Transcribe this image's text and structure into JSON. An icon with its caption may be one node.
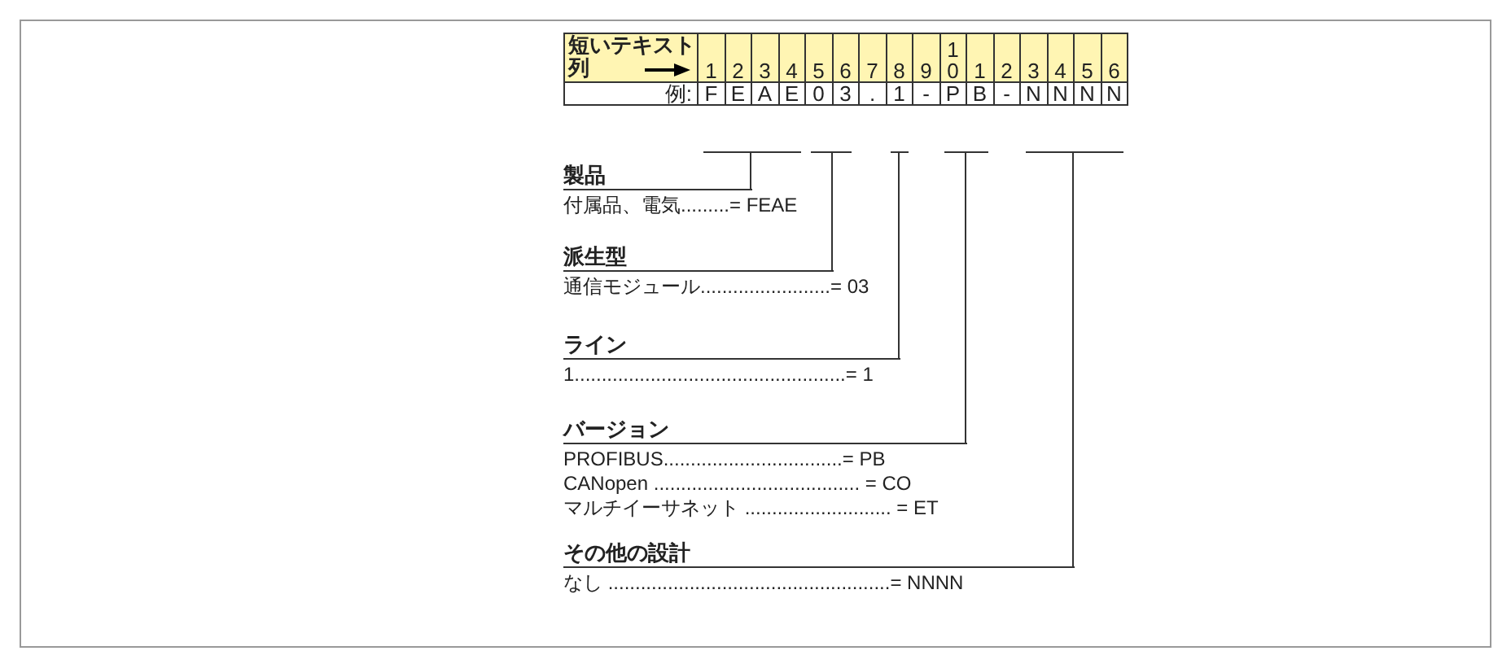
{
  "diagram": {
    "nodes": [
      {
        "text": [
          "製品",
          "付属品、電気.........= FEAE"
        ]
      },
      {
        "text": [
          "派生型",
          "通信モジュール........................= 03"
        ]
      },
      {
        "text": [
          "ライン",
          "1..................................................= 1"
        ]
      },
      {
        "text": [
          "バージョン",
          "PROFIBUS.................................= PB",
          "CANopen ...................................... = CO",
          "マルチイーサネット ........................... = ET"
        ]
      },
      {
        "text": [
          "その他の設計",
          "なし ....................................................= NNNN"
        ]
      },
      {
        "text": [],
        "shape": "bracket"
      },
      {
        "text": [],
        "shape": "bracket"
      },
      {
        "text": [],
        "shape": "bracket"
      },
      {
        "text": [],
        "shape": "bracket"
      },
      {
        "text": [],
        "shape": "bracket"
      }
    ],
    "edges": [
      {
        "from": 0,
        "to": 5,
        "arrow": "none"
      },
      {
        "from": 1,
        "to": 6,
        "arrow": "none"
      },
      {
        "from": 2,
        "to": 7,
        "arrow": "none"
      },
      {
        "from": 3,
        "to": 8,
        "arrow": "none"
      },
      {
        "from": 4,
        "to": 9,
        "arrow": "none"
      }
    ],
    "labels": [
      "短いテキスト列",
      "1",
      "2",
      "3",
      "4",
      "5",
      "6",
      "7",
      "8",
      "9",
      "10",
      "1",
      "2",
      "3",
      "4",
      "5",
      "6",
      "例:",
      "F",
      "E",
      "A",
      "E",
      "0",
      "3",
      ".",
      "1",
      "-",
      "P",
      "B",
      "-",
      "N",
      "N",
      "N",
      "N"
    ]
  }
}
